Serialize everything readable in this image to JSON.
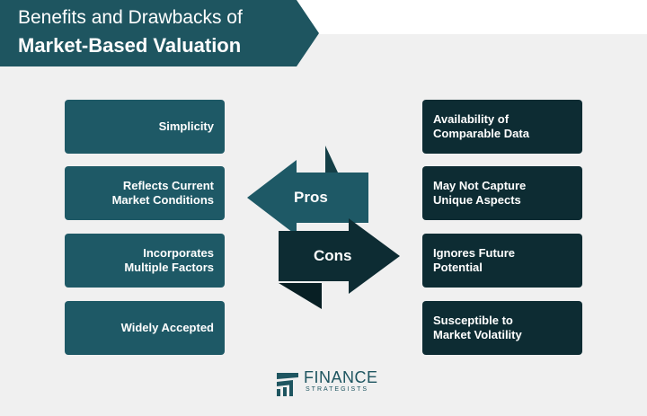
{
  "title": {
    "line1": "Benefits and Drawbacks of",
    "line2": "Market-Based Valuation"
  },
  "pros": {
    "label": "Pros",
    "items": [
      {
        "line1": "Simplicity",
        "line2": ""
      },
      {
        "line1": "Reflects Current",
        "line2": "Market Conditions"
      },
      {
        "line1": "Incorporates",
        "line2": "Multiple Factors"
      },
      {
        "line1": "Widely Accepted",
        "line2": ""
      }
    ]
  },
  "cons": {
    "label": "Cons",
    "items": [
      {
        "line1": "Availability of",
        "line2": "Comparable Data"
      },
      {
        "line1": "May Not Capture",
        "line2": "Unique Aspects"
      },
      {
        "line1": "Ignores Future",
        "line2": "Potential"
      },
      {
        "line1": "Susceptible to",
        "line2": "Market Volatility"
      }
    ]
  },
  "logo": {
    "top": "FINANCE",
    "bottom": "STRATEGISTS",
    "icon": "finance-strategists-logo-icon"
  },
  "colors": {
    "pro_box": "#1e5966",
    "con_box": "#0d2c33",
    "title_banner": "#1e5560",
    "panel": "#f0f0f0"
  }
}
